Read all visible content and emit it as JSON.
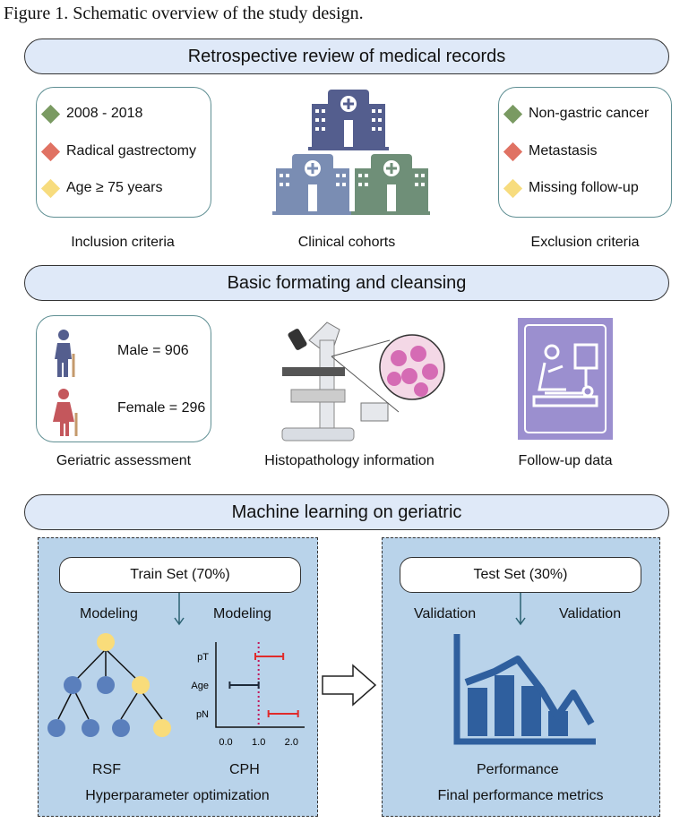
{
  "figure_title": "Figure 1. Schematic overview of the study design.",
  "section1": {
    "banner": "Retrospective review of medical records",
    "inclusion": {
      "items": [
        {
          "text": "2008 - 2018",
          "color": "#7a9a62"
        },
        {
          "text": "Radical gastrectomy",
          "color": "#e07263"
        },
        {
          "text": "Age ≥ 75 years",
          "color": "#f7dc7e"
        }
      ],
      "caption": "Inclusion criteria"
    },
    "cohorts_caption": "Clinical cohorts",
    "exclusion": {
      "items": [
        {
          "text": "Non-gastric cancer",
          "color": "#7a9a62"
        },
        {
          "text": "Metastasis",
          "color": "#e07263"
        },
        {
          "text": "Missing follow-up",
          "color": "#f7dc7e"
        }
      ],
      "caption": "Exclusion criteria"
    }
  },
  "section2": {
    "banner": "Basic formating and cleansing",
    "geriatric": {
      "male": "Male = 906",
      "female": "Female = 296",
      "caption": "Geriatric assessment"
    },
    "histo_caption": "Histopathology information",
    "followup_caption": "Follow-up data"
  },
  "section3": {
    "banner": "Machine learning on geriatric",
    "train": {
      "title": "Train Set (70%)",
      "left_label": "Modeling",
      "right_label": "Modeling",
      "rsf": "RSF",
      "cph": "CPH",
      "footer": "Hyperparameter optimization"
    },
    "test": {
      "title": "Test Set (30%)",
      "left_label": "Validation",
      "right_label": "Validation",
      "perf": "Performance",
      "footer": "Final performance metrics"
    }
  },
  "forest_plot": {
    "rows": [
      {
        "label": "pT",
        "low": 0.9,
        "high": 1.75,
        "color": "#e02b2b"
      },
      {
        "label": "Age",
        "low": 0.12,
        "high": 1.0,
        "color": "#1d2a3a"
      },
      {
        "label": "pN",
        "low": 1.3,
        "high": 2.2,
        "color": "#e02b2b"
      }
    ],
    "reference": 1.0,
    "xticks": [
      "0.0",
      "1.0",
      "2.0"
    ],
    "xlim": [
      -0.3,
      2.4
    ]
  }
}
